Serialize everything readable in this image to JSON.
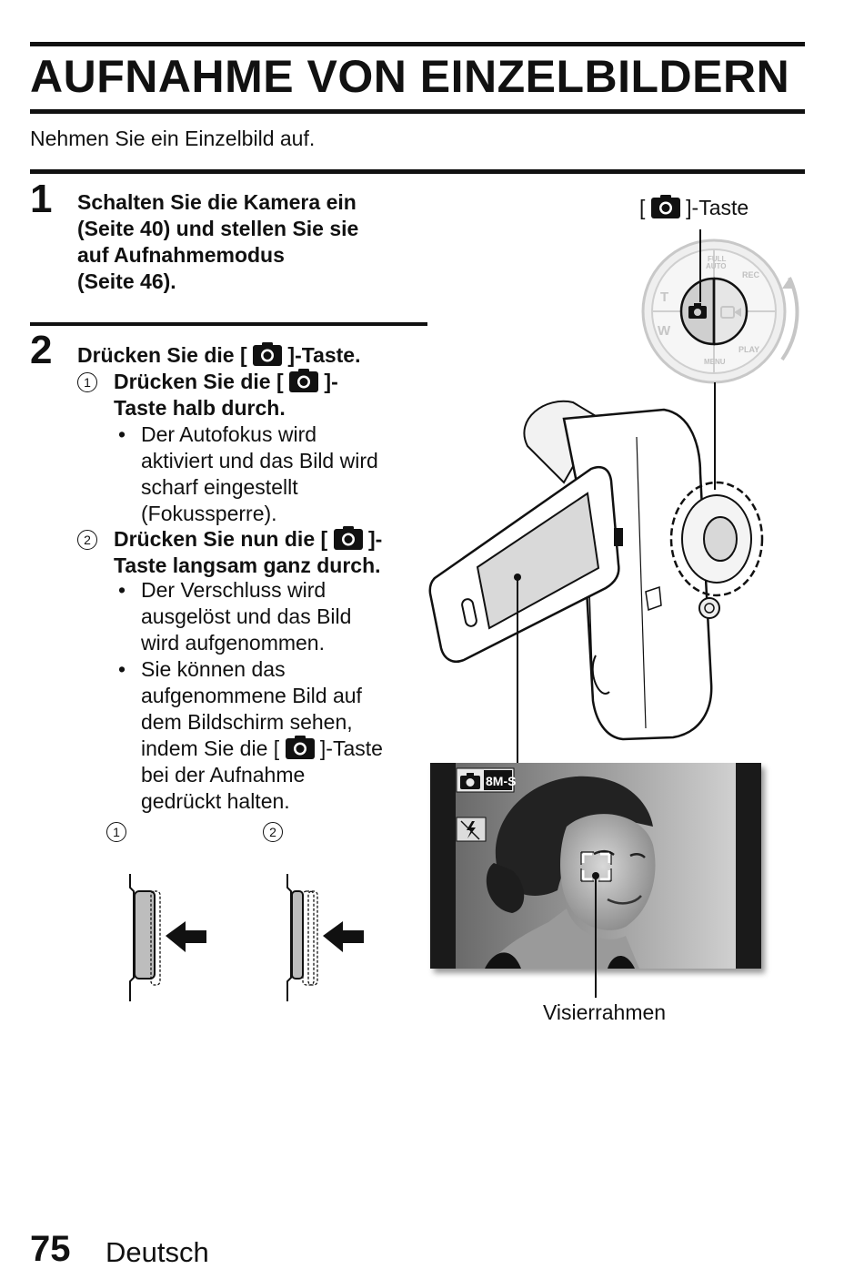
{
  "page": {
    "title": "AUFNAHME VON EINZELBILDERN",
    "intro": "Nehmen Sie ein Einzelbild auf.",
    "page_number": "75",
    "language": "Deutsch"
  },
  "step1": {
    "number": "1",
    "lines": [
      "Schalten Sie die Kamera ein",
      "(Seite 40) und stellen Sie sie",
      "auf Aufnahmemodus",
      "(Seite 46)."
    ]
  },
  "step2": {
    "number": "2",
    "heading_pre": "Drücken Sie die [",
    "heading_post": "]-Taste.",
    "sub1": {
      "marker": "1",
      "line1_pre": "Drücken Sie die [",
      "line1_post": "]-",
      "line2": "Taste halb durch.",
      "bullet": "•",
      "bullet_lines": [
        "Der Autofokus wird",
        "aktiviert und das Bild wird",
        "scharf eingestellt",
        "(Fokussperre)."
      ]
    },
    "sub2": {
      "marker": "2",
      "line1_pre": "Drücken Sie nun die [",
      "line1_post": "]-",
      "line2": "Taste langsam ganz durch.",
      "bullet": "•",
      "bullet1_lines": [
        "Der Verschluss wird",
        "ausgelöst und das Bild",
        "wird aufgenommen."
      ],
      "bullet2_lines_a": [
        "Sie können das",
        "aufgenommene Bild auf",
        "dem Bildschirm sehen,"
      ],
      "bullet2_line_pre": "indem Sie die [",
      "bullet2_line_post": "]-Taste",
      "bullet2_lines_b": [
        "bei der Aufnahme",
        "gedrückt halten."
      ]
    }
  },
  "figure": {
    "button_label_pre": "[",
    "button_label_post": "]-Taste",
    "dial_labels": {
      "full_auto_1": "FULL",
      "full_auto_2": "AUTO",
      "rec": "REC",
      "play": "PLAY",
      "menu": "MENU",
      "t": "T",
      "w": "W"
    },
    "screen_mode_text": "8M-S",
    "viewfinder_label": "Visierrahmen",
    "press_markers": [
      "1",
      "2"
    ]
  }
}
